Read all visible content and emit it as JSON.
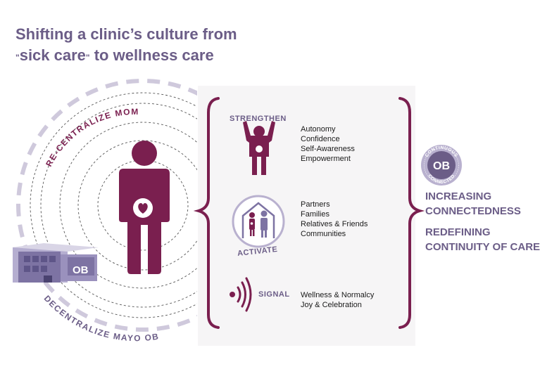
{
  "title": {
    "line1": "Shifting a clinic’s culture from",
    "quote_open": "\"",
    "line2_sick": "sick care",
    "quote_close": "\"",
    "line2_rest": " to wellness care"
  },
  "arc_labels": {
    "top": "RE-CENTRALIZE MOM",
    "bottom": "DECENTRALIZE MAYO OB"
  },
  "building": {
    "sign": "OB"
  },
  "sections": {
    "strengthen": {
      "label": "STRENGTHEN",
      "items": [
        "Autonomy",
        "Confidence",
        "Self-Awareness",
        "Empowerment"
      ]
    },
    "activate": {
      "label": "ACTIVATE",
      "items": [
        "Partners",
        "Families",
        "Relatives & Friends",
        "Communities"
      ]
    },
    "signal": {
      "label": "SIGNAL",
      "items": [
        "Wellness & Normalcy",
        "Joy & Celebration"
      ]
    }
  },
  "badge": {
    "center": "OB",
    "ring_top": "CONTINUOUS",
    "ring_bottom": "CONNECTED"
  },
  "outcomes": {
    "line1": "INCREASING",
    "line2": "CONNECTEDNESS",
    "line3": "REDEFINING",
    "line4": "CONTINUITY OF CARE"
  },
  "colors": {
    "maroon": "#7a1f4f",
    "purple": "#6b5d87",
    "lavender": "#cfc9dc",
    "building": "#7d73a3"
  }
}
